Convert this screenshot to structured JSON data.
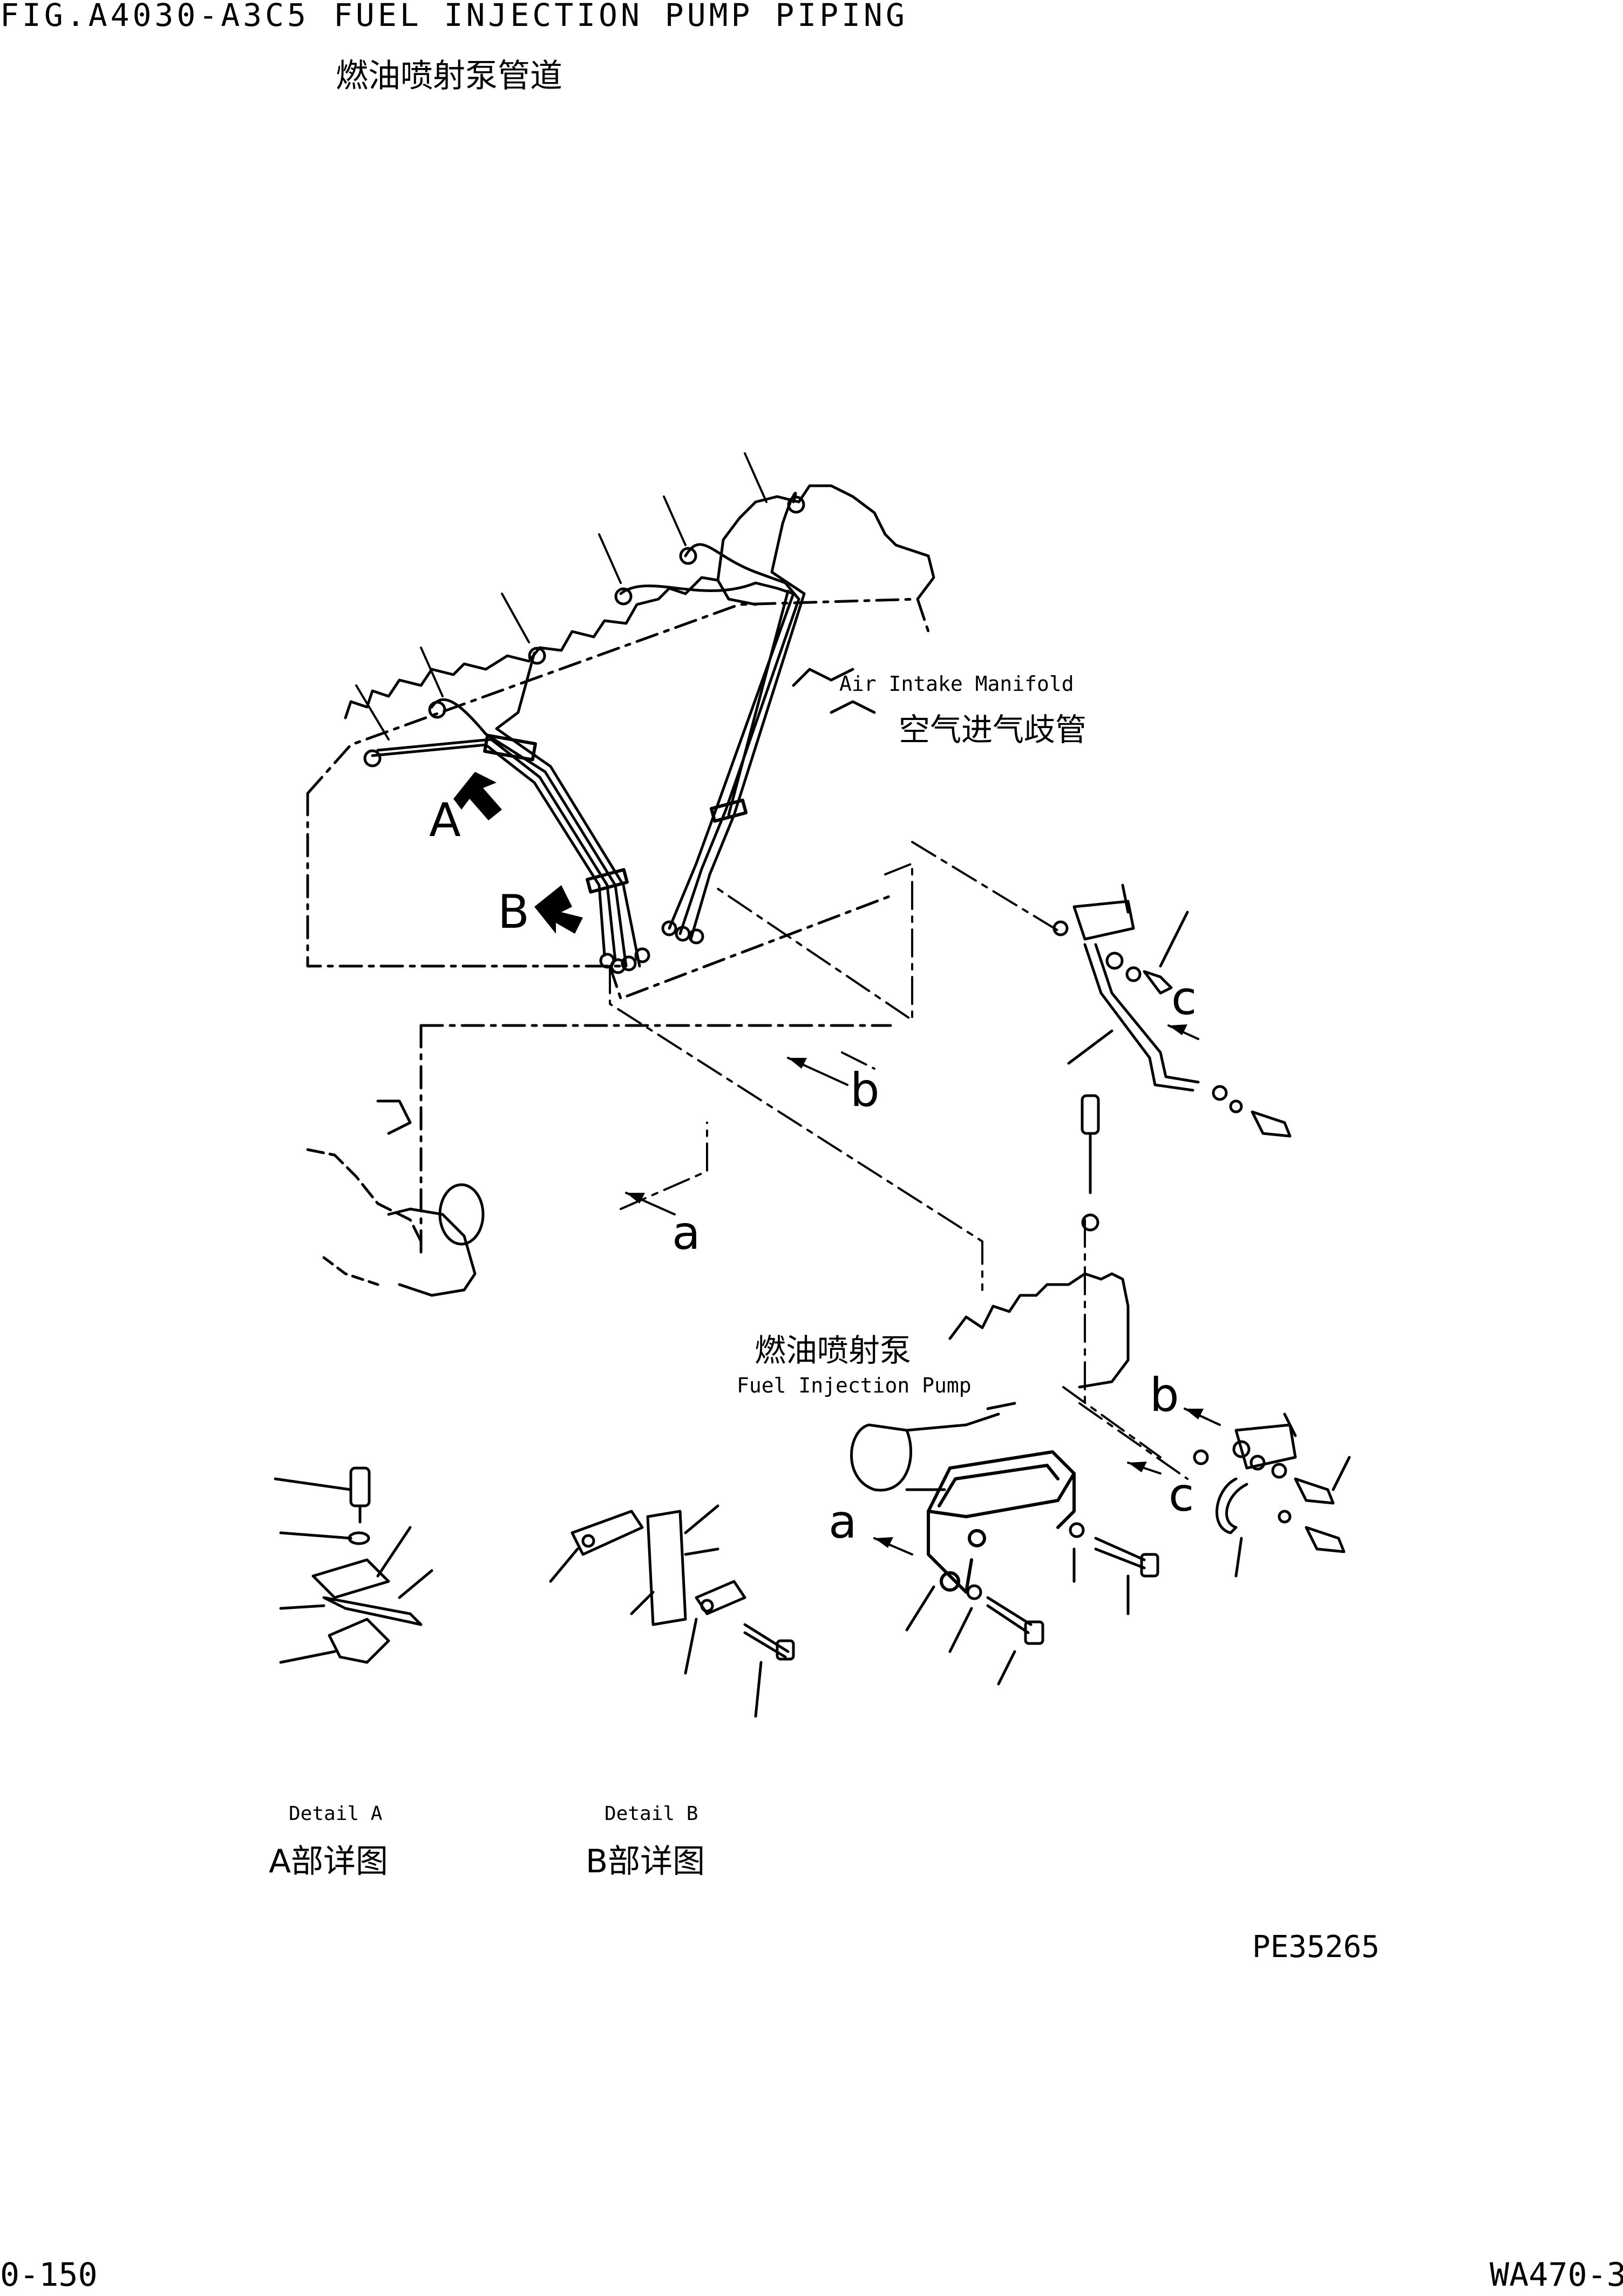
{
  "header": {
    "fig_code": "FIG.A4030-A3C5",
    "title_en": "FUEL INJECTION PUMP PIPING",
    "title_cn": "燃油喷射泵管道"
  },
  "callouts": {
    "air_intake_en": "Air Intake Manifold",
    "air_intake_cn": "空气进气歧管",
    "pump_cn": "燃油喷射泵",
    "pump_en": "Fuel Injection Pump",
    "arrow_a": "A",
    "arrow_b": "B",
    "ref_a": "a",
    "ref_b": "b",
    "ref_c": "c"
  },
  "details": {
    "a_en": "Detail A",
    "a_cn": "A部详图",
    "b_en": "Detail B",
    "b_cn": "B部详图"
  },
  "drawing_no": "PE35265",
  "footer": {
    "page": "0-150",
    "model": "WA470-3"
  }
}
